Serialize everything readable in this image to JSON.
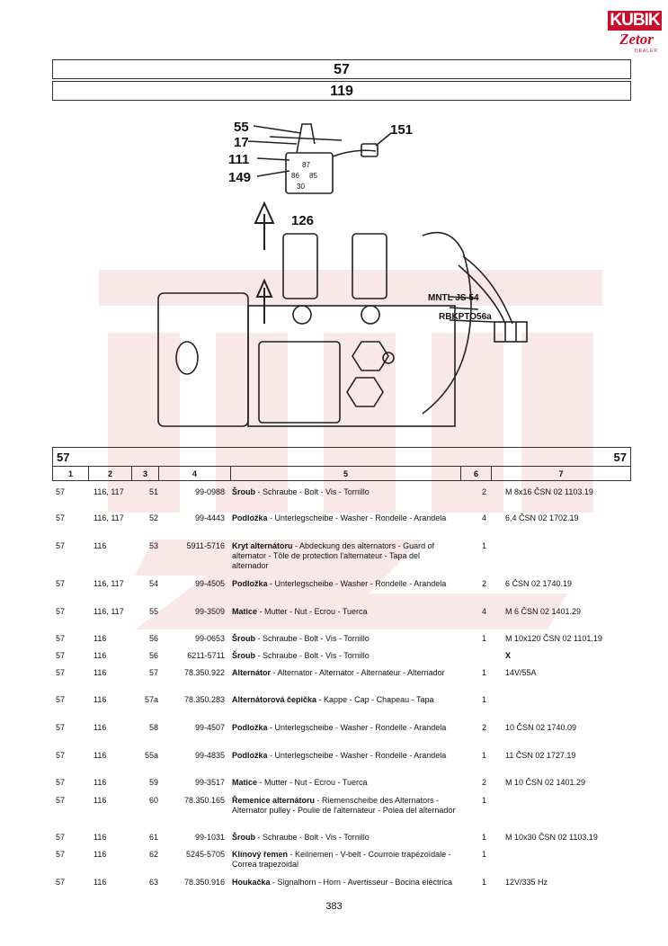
{
  "logo": {
    "brand": "KUBIK",
    "sub": "Zetor",
    "tag": "DEALER"
  },
  "header": {
    "group": "57",
    "figure": "119"
  },
  "diagram": {
    "callouts": [
      "55",
      "17",
      "111",
      "149",
      "151",
      "126"
    ],
    "relay_pins": [
      "87",
      "86",
      "85",
      "30"
    ],
    "connector_labels": {
      "top": "MNTL JS 54",
      "bottom": "RBKPTO56a"
    }
  },
  "table": {
    "group_left": "57",
    "group_right": "57",
    "columns": [
      "1",
      "2",
      "3",
      "4",
      "5",
      "6",
      "7"
    ],
    "rows": [
      {
        "c1": "57",
        "c2": "116, 117",
        "c3": "51",
        "c4": "99-0988",
        "name": "Šroub",
        "desc": " - Schraube - Bolt - Vis - Tornillo",
        "qty": "2",
        "note": "M 8x16 ČSN 02 1103.19"
      },
      {
        "c1": "57",
        "c2": "116, 117",
        "c3": "52",
        "c4": "99-4443",
        "name": "Podložka",
        "desc": " - Unterlegscheibe - Washer - Rondelle - Arandela",
        "qty": "4",
        "note": "6,4 ČSN 02 1702.19"
      },
      {
        "c1": "57",
        "c2": "116",
        "c3": "53",
        "c4": "5911-5716",
        "name": "Kryt alternátoru",
        "desc": " - Abdeckung des alternators - Guard of alternator - Tôle de protection l'alternateur - Tapa del alternador",
        "qty": "1",
        "note": ""
      },
      {
        "c1": "57",
        "c2": "116, 117",
        "c3": "54",
        "c4": "99-4505",
        "name": "Podložka",
        "desc": " - Unterlegscheibe - Washer - Rondelle - Arandela",
        "qty": "2",
        "note": "6 ČSN 02 1740.19"
      },
      {
        "c1": "57",
        "c2": "116, 117",
        "c3": "55",
        "c4": "99-3509",
        "name": "Matice",
        "desc": " - Mutter - Nut - Ecrou - Tuerca",
        "qty": "4",
        "note": "M 6 ČSN 02 1401.29"
      },
      {
        "c1": "57",
        "c2": "116",
        "c3": "56",
        "c4": "99-0653",
        "name": "Šroub",
        "desc": " - Schraube - Bolt - Vis - Tornillo",
        "qty": "1",
        "note": "M 10x120 ČSN 02 1101.19"
      },
      {
        "c1": "57",
        "c2": "116",
        "c3": "56",
        "c4": "6211-5711",
        "name": "Šroub",
        "desc": " - Schraube - Bolt - Vis - Tornillo",
        "qty": "",
        "note": "X"
      },
      {
        "c1": "57",
        "c2": "116",
        "c3": "57",
        "c4": "78.350.922",
        "name": "Alternátor",
        "desc": " - Alternator - Alternator - Alternateur - Alternador",
        "qty": "1",
        "note": "14V/55A"
      },
      {
        "c1": "57",
        "c2": "116",
        "c3": "57a",
        "c4": "78.350.283",
        "name": "Alternátorová čepička",
        "desc": " - Kappe - Cap - Chapeau - Tapa",
        "qty": "1",
        "note": ""
      },
      {
        "c1": "57",
        "c2": "116",
        "c3": "58",
        "c4": "99-4507",
        "name": "Podložka",
        "desc": " - Unterlegscheibe - Washer - Rondelle - Arandela",
        "qty": "2",
        "note": "10 ČSN 02 1740.09"
      },
      {
        "c1": "57",
        "c2": "116",
        "c3": "55a",
        "c4": "99-4835",
        "name": "Podložka",
        "desc": " - Unterlegscheibe - Washer - Rondelle - Arandela",
        "qty": "1",
        "note": "11 ČSN 02 1727.19"
      },
      {
        "c1": "57",
        "c2": "116",
        "c3": "59",
        "c4": "99-3517",
        "name": "Matice",
        "desc": " - Mutter - Nut - Ecrou - Tuerca",
        "qty": "2",
        "note": "M 10 ČSN 02 1401.29"
      },
      {
        "c1": "57",
        "c2": "116",
        "c3": "60",
        "c4": "78.350.165",
        "name": "Řemenice alternátoru",
        "desc": " - Riemenscheibe des Alternators - Alternator pulley - Poulie de l'alternateur - Polea del alternador",
        "qty": "1",
        "note": ""
      },
      {
        "c1": "57",
        "c2": "116",
        "c3": "61",
        "c4": "99-1031",
        "name": "Šroub",
        "desc": " - Schraube - Bolt - Vis - Tornillo",
        "qty": "1",
        "note": "M 10x30 ČSN 02 1103.19"
      },
      {
        "c1": "57",
        "c2": "116",
        "c3": "62",
        "c4": "5245-5705",
        "name": "Klínový řemen",
        "desc": " - Keilriemen - V-belt - Courroie trapézoïdale - Correa trapezoidal",
        "qty": "1",
        "note": ""
      },
      {
        "c1": "57",
        "c2": "116",
        "c3": "63",
        "c4": "78.350.916",
        "name": "Houkačka",
        "desc": " - Signalhorn - Horn - Avertisseur - Bocina eléctrica",
        "qty": "1",
        "note": "12V/335 Hz"
      }
    ]
  },
  "footer": {
    "page": "383"
  }
}
